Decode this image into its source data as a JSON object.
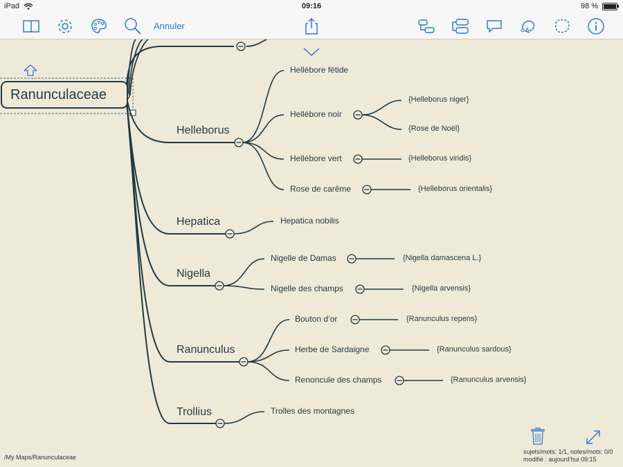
{
  "status_bar": {
    "device": "iPad",
    "time": "09:16",
    "battery": "98 %",
    "battery_level": 0.98
  },
  "toolbar": {
    "cancel_label": "Annuler",
    "left_icons": [
      "book-icon",
      "gear-icon",
      "palette-icon",
      "search-icon"
    ],
    "right_icons": [
      "add-subtopic-icon",
      "add-sibling-icon",
      "callout-icon",
      "relation-icon",
      "boundary-icon",
      "info-icon"
    ],
    "accent_color": "#2a7ad6"
  },
  "map": {
    "root": "Ranunculaceae",
    "line_color": "#1f3a44",
    "branches": [
      {
        "label": "Helleborus",
        "children": [
          {
            "label": "Hellébore fétide",
            "children": []
          },
          {
            "label": "Hellébore noir",
            "children": [
              "{Helleborus niger}",
              "{Rose de Noël}"
            ]
          },
          {
            "label": "Hellébore vert",
            "children": [
              "{Helleborus viridis}"
            ]
          },
          {
            "label": "Rose de carême",
            "children": [
              "{Helleborus orientalis}"
            ]
          }
        ]
      },
      {
        "label": "Hepatica",
        "children": [
          {
            "label": "Hepatica nobilis",
            "children": []
          }
        ]
      },
      {
        "label": "Nigella",
        "children": [
          {
            "label": "Nigelle de Damas",
            "children": [
              "{Nigella damascena L.}"
            ]
          },
          {
            "label": "Nigelle des champs",
            "children": [
              "{Nigella arvensis}"
            ]
          }
        ]
      },
      {
        "label": "Ranunculus",
        "children": [
          {
            "label": "Bouton d’or",
            "children": [
              "{Ranunculus repens}"
            ]
          },
          {
            "label": "Herbe de Sardaigne",
            "children": [
              "{Ranunculus sardous}"
            ]
          },
          {
            "label": "Renoncule des champs",
            "children": [
              "{Ranunculus arvensis}"
            ]
          }
        ]
      },
      {
        "label": "Trollius",
        "children": [
          {
            "label": "Trolles des montagnes",
            "children": []
          }
        ]
      }
    ]
  },
  "footer": {
    "path": "/My Maps/Ranunculaceae",
    "stats_line1": "sujets/mots: 1/1, notes/mots: 0/0",
    "stats_line2": "modifié : aujourd’hui 09:15"
  }
}
